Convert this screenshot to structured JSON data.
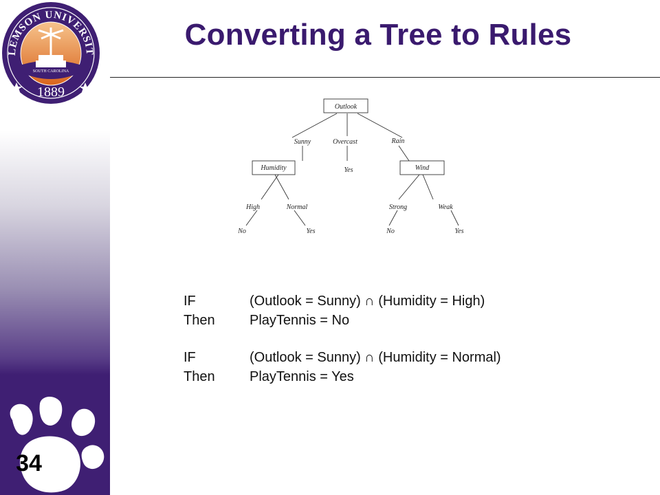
{
  "title": "Converting a Tree to Rules",
  "slide_number": "34",
  "logo": {
    "university": "CLEMSON UNIVERSITY",
    "state": "SOUTH CAROLINA",
    "year": "1889",
    "colors": {
      "purple": "#3f1f73",
      "orange": "#e07a1f"
    }
  },
  "tree": {
    "root": "Outlook",
    "branches": [
      "Sunny",
      "Overcast",
      "Rain"
    ],
    "humidity": "Humidity",
    "wind": "Wind",
    "overcast_leaf": "Yes",
    "humidity_branches": [
      "High",
      "Normal"
    ],
    "humidity_leaves": [
      "No",
      "Yes"
    ],
    "wind_branches": [
      "Strong",
      "Weak"
    ],
    "wind_leaves": [
      "No",
      "Yes"
    ]
  },
  "rules": [
    {
      "if_kw": "IF",
      "condition": "(Outlook = Sunny) ∩ (Humidity = High)",
      "then_kw": "Then",
      "result": "PlayTennis = No"
    },
    {
      "if_kw": "IF",
      "condition": "(Outlook = Sunny) ∩ (Humidity = Normal)",
      "then_kw": "Then",
      "result": "PlayTennis = Yes"
    }
  ]
}
